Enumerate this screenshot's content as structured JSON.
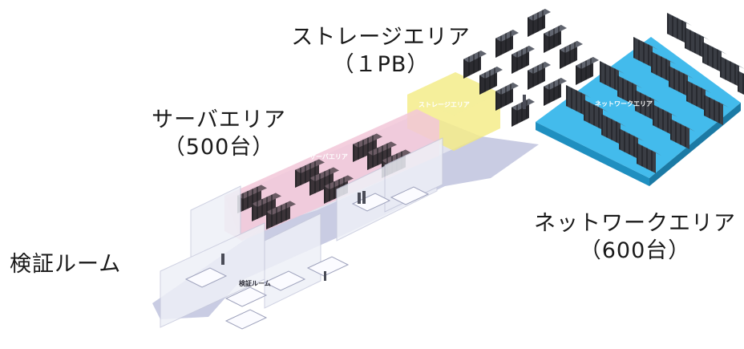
{
  "callouts": {
    "storage": {
      "title": "ストレージエリア",
      "sub": "（１PB）"
    },
    "server": {
      "title": "サーバエリア",
      "sub": "（500台）"
    },
    "network": {
      "title": "ネットワークエリア",
      "sub": "（600台）"
    },
    "verification": {
      "title": "検証ルーム"
    }
  },
  "floor_labels": {
    "storage": "ストレージエリア",
    "server": "サーバエリア",
    "network": "ネットワークエリア",
    "verification": "検証ルーム"
  },
  "colors": {
    "network_zone": "#2fb4ea",
    "storage_zone": "#e6dc3a",
    "server_zone": "#ecb9cd",
    "floor": "#cfd2e6",
    "rack": "#2b2b30",
    "rack_face": "#3a3d44",
    "wall": "#e9eaf2",
    "callout_text": "#1a1a1a"
  }
}
